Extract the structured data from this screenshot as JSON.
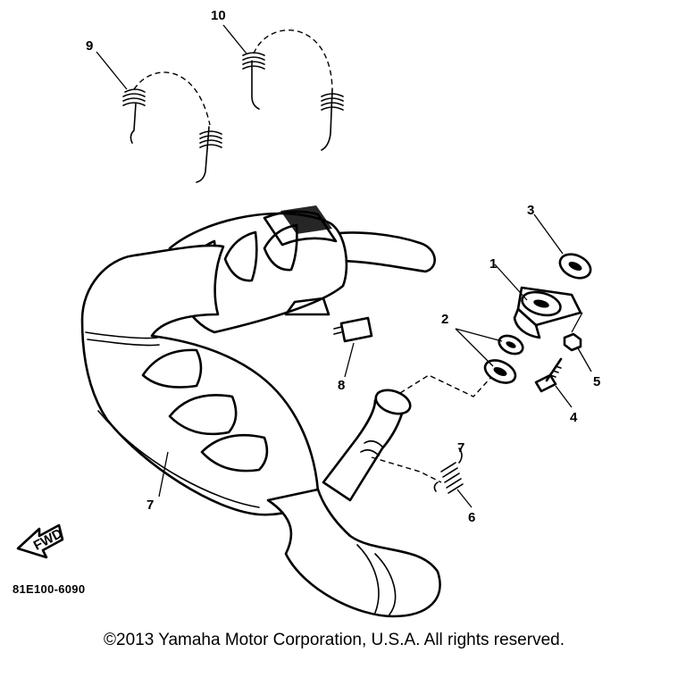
{
  "diagram": {
    "callouts": [
      {
        "id": "1",
        "label": "1"
      },
      {
        "id": "2",
        "label": "2"
      },
      {
        "id": "3",
        "label": "3"
      },
      {
        "id": "4",
        "label": "4"
      },
      {
        "id": "5",
        "label": "5"
      },
      {
        "id": "6",
        "label": "6"
      },
      {
        "id": "7a",
        "label": "7"
      },
      {
        "id": "7b",
        "label": "7"
      },
      {
        "id": "8",
        "label": "8"
      },
      {
        "id": "9",
        "label": "9"
      },
      {
        "id": "10",
        "label": "10"
      }
    ],
    "front_arrow_label": "FWD",
    "part_code": "81E100-6090"
  },
  "footer": {
    "copyright": "©2013 Yamaha Motor Corporation, U.S.A. All rights reserved."
  }
}
